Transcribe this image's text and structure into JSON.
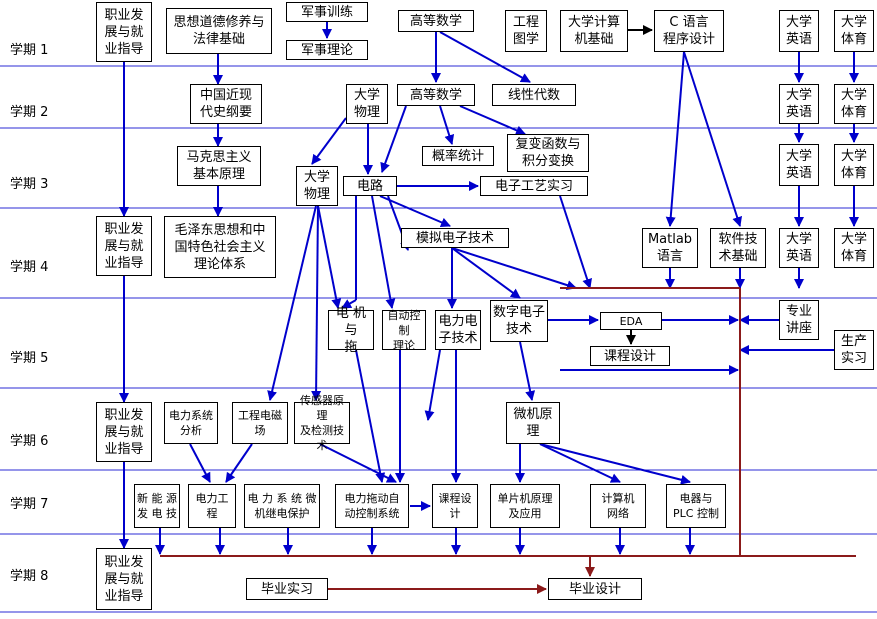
{
  "semesters": [
    "学期 1",
    "学期 2",
    "学期 3",
    "学期 4",
    "学期 5",
    "学期 6",
    "学期 7",
    "学期 8"
  ],
  "courses": {
    "career1": "职业发\n展与就\n业指导",
    "ethics": "思想道德修养与\n法律基础",
    "military_training": "军事训练",
    "military_theory": "军事理论",
    "math1": "高等数学",
    "drawing": "工程\n图学",
    "computer_basics": "大学计算\n机基础",
    "c_programming": "C 语言\n程序设计",
    "english1": "大学\n英语",
    "pe1": "大学\n体育",
    "modern_history": "中国近现\n代史纲要",
    "physics1": "大学\n物理",
    "math2": "高等数学",
    "linear_algebra": "线性代数",
    "english2": "大学\n英语",
    "pe2": "大学\n体育",
    "marxism": "马克思主义\n基本原理",
    "physics2": "大学\n物理",
    "circuits": "电路",
    "probability": "概率统计",
    "complex_functions": "复变函数与\n积分变换",
    "electronics_practice": "电子工艺实习",
    "english3": "大学\n英语",
    "pe3": "大学\n体育",
    "career2": "职业发\n展与就\n业指导",
    "mao_theory": "毛泽东思想和中\n国特色社会主义\n理论体系",
    "analog_electronics": "模拟电子技术",
    "matlab": "Matlab\n语言",
    "software_basics": "软件技\n术基础",
    "english4": "大学\n英语",
    "pe4": "大学\n体育",
    "motor_drive": "电 机与\n拖",
    "auto_control": "自动控制\n理论",
    "power_electronics": "电力电\n子技术",
    "digital_electronics": "数字电子\n技术",
    "eda": "EDA",
    "course_design": "课程设计",
    "special_lecture": "专业\n讲座",
    "production_practice": "生产\n实习",
    "career3": "职业发\n展与就\n业指导",
    "power_system_analysis": "电力系统\n分析",
    "em_field": "工程电磁\n场",
    "sensors": "传感器原理\n及检测技术",
    "microcomputer": "微机原理",
    "new_energy": "新 能 源\n发 电 技",
    "power_engineering": "电力工\n程",
    "relay_protection": "电 力 系 统 微\n机继电保护",
    "drive_control_system": "电力拖动自\n动控制系统",
    "course_project": "课程设\n计",
    "mcu": "单片机原理\n及应用",
    "computer_network": "计算机\n网络",
    "plc": "电器与\nPLC 控制",
    "career4": "职业发\n展与就\n业指导",
    "graduation_practice": "毕业实习",
    "graduation_design": "毕业设计"
  },
  "colors": {
    "flow_arrow": "#0000cc",
    "bus_line": "#8b1a1a",
    "semester_line": "#2b2bd6",
    "black_arrow": "#000000"
  }
}
